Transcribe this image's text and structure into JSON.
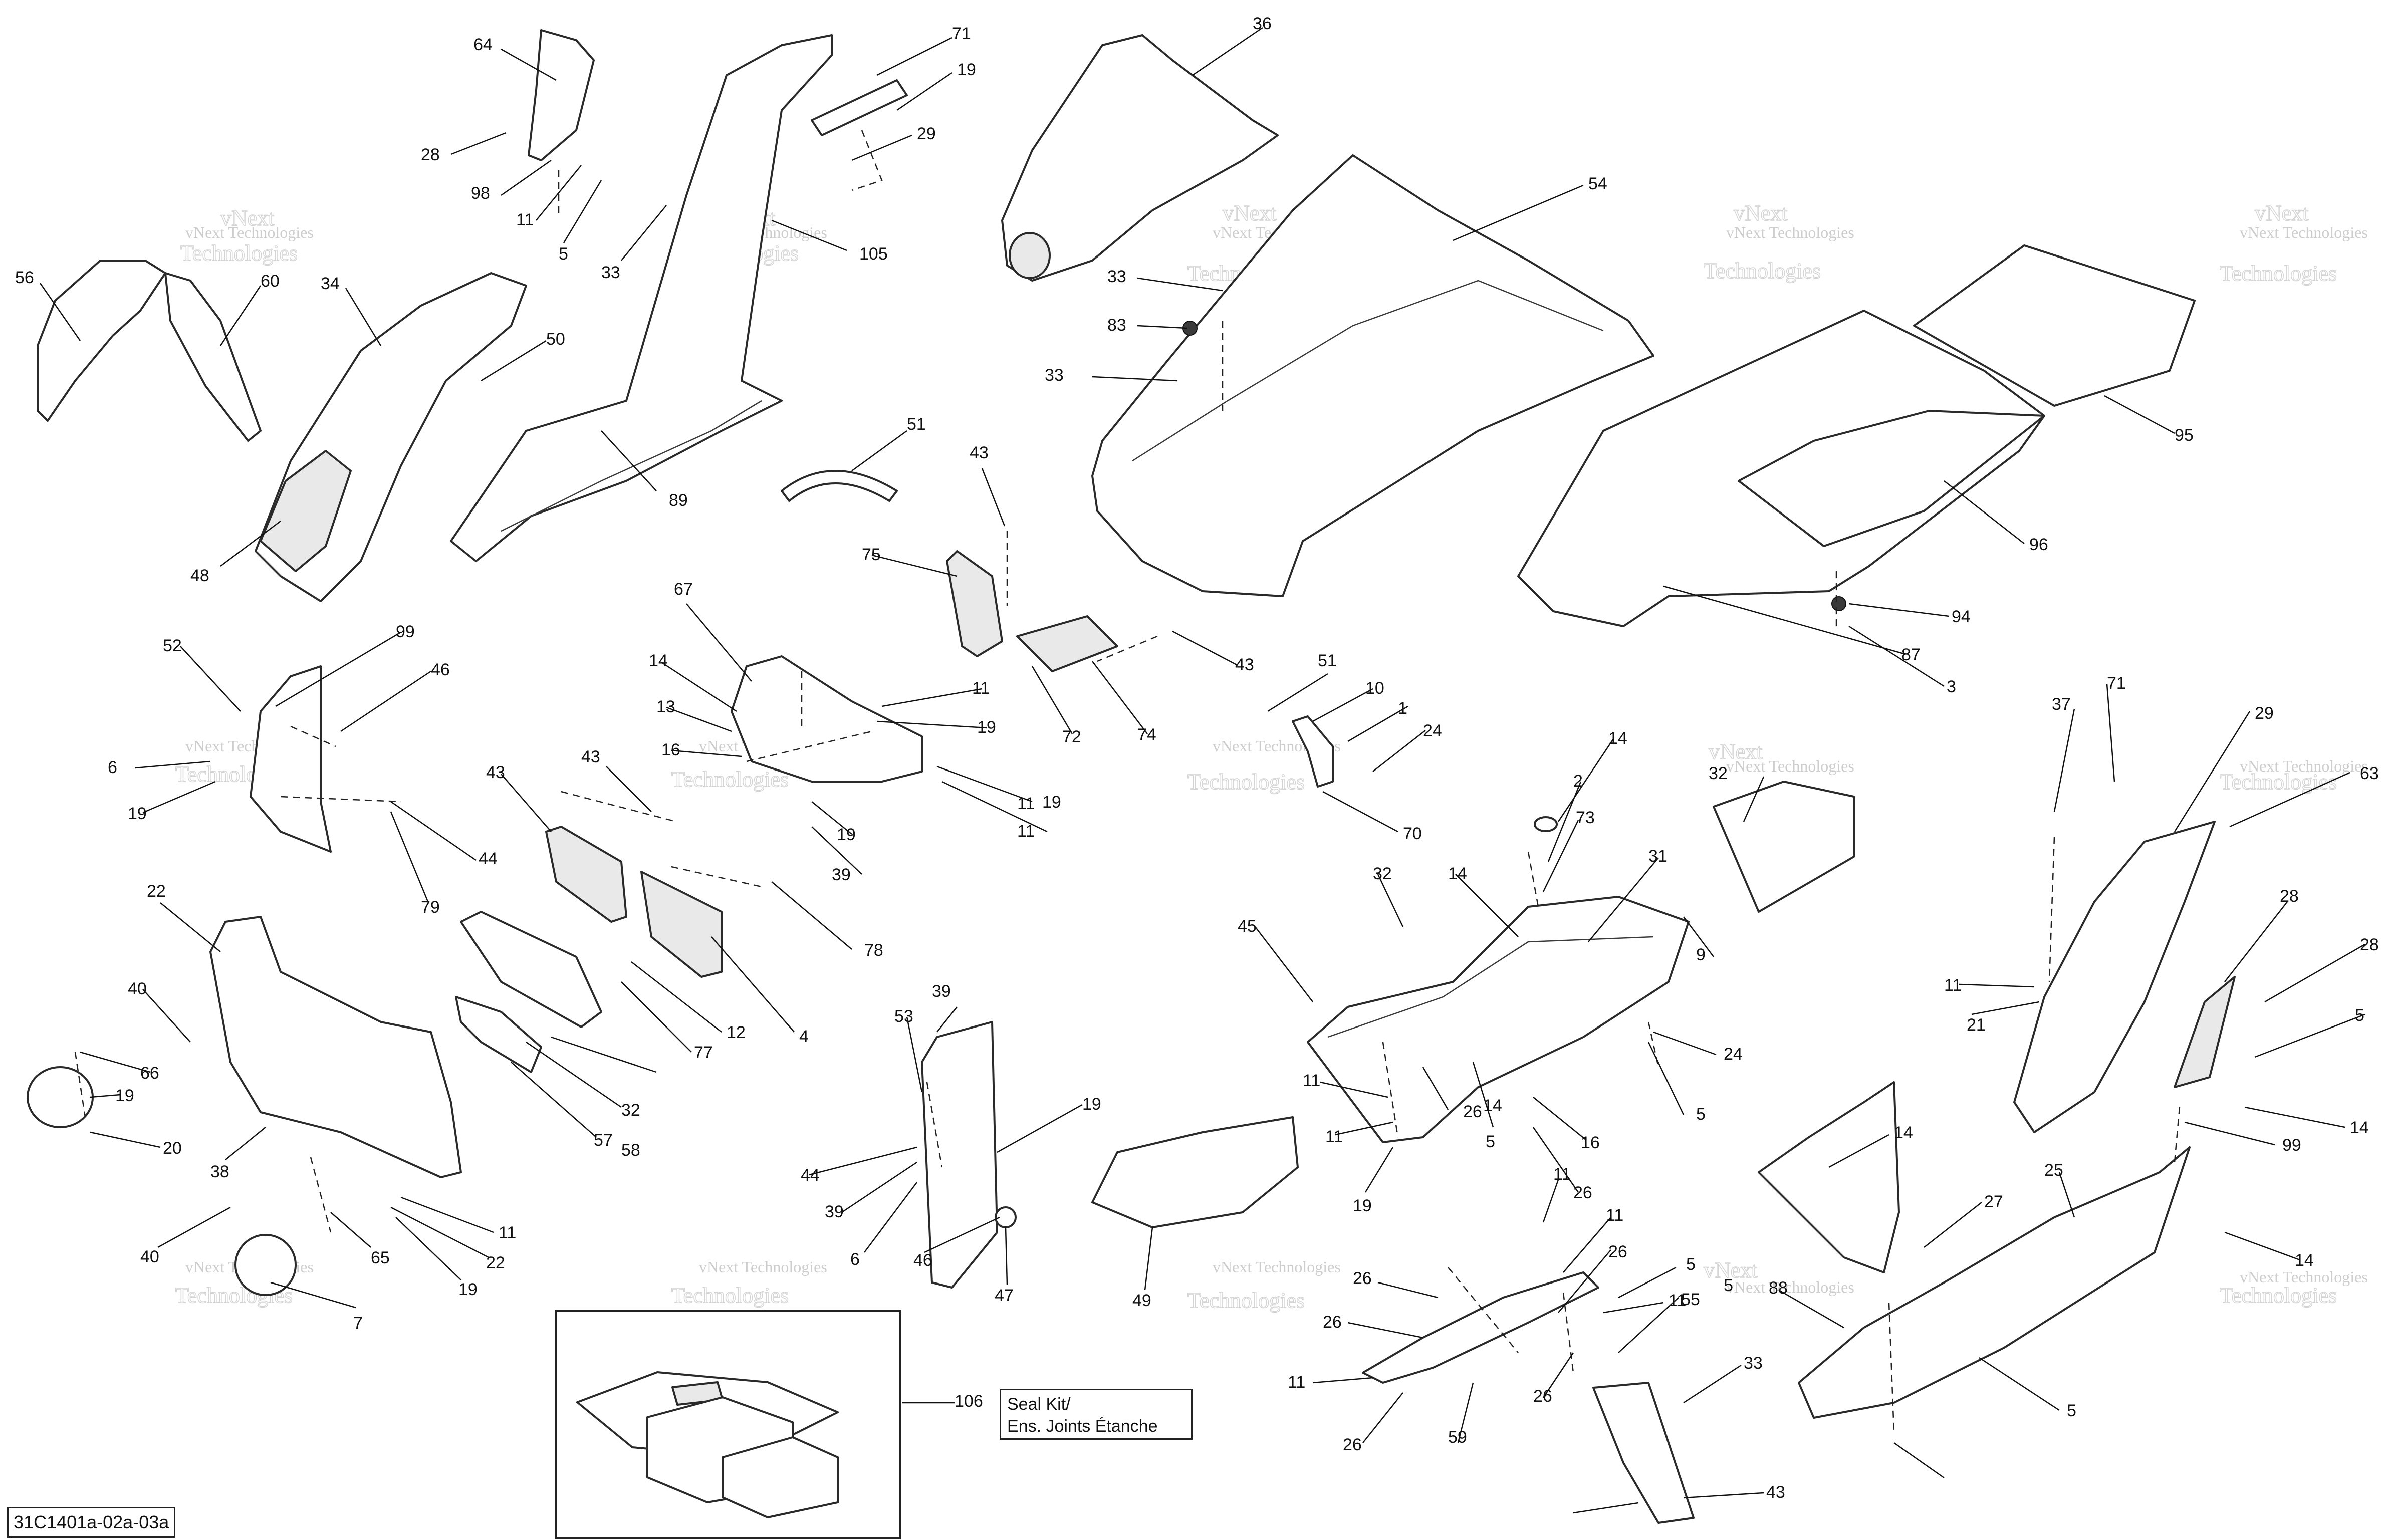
{
  "diagram": {
    "code": "31C1401a-02a-03a",
    "seal_kit": {
      "number": "106",
      "line1": "Seal Kit/",
      "line2": "Ens. Joints Étanche"
    },
    "watermark": {
      "line1": "vNext Technologies",
      "line2": "vNext",
      "line3": "Technologies"
    },
    "callouts": [
      "64",
      "71",
      "19",
      "28",
      "29",
      "98",
      "11",
      "5",
      "33",
      "105",
      "56",
      "60",
      "34",
      "50",
      "48",
      "89",
      "51",
      "36",
      "54",
      "33",
      "83",
      "33",
      "95",
      "96",
      "94",
      "3",
      "87",
      "43",
      "75",
      "43",
      "72",
      "74",
      "67",
      "14",
      "13",
      "16",
      "11",
      "19",
      "11",
      "19",
      "11",
      "19",
      "39",
      "52",
      "99",
      "46",
      "6",
      "19",
      "44",
      "79",
      "43",
      "43",
      "78",
      "4",
      "12",
      "77",
      "32",
      "58",
      "57",
      "22",
      "40",
      "66",
      "19",
      "20",
      "38",
      "11",
      "22",
      "19",
      "40",
      "65",
      "7",
      "51",
      "10",
      "1",
      "24",
      "70",
      "14",
      "2",
      "73",
      "32",
      "31",
      "14",
      "32",
      "45",
      "9",
      "24",
      "5",
      "11",
      "11",
      "26",
      "5",
      "14",
      "16",
      "26",
      "19",
      "71",
      "29",
      "37",
      "63",
      "28",
      "28",
      "5",
      "11",
      "21",
      "14",
      "99",
      "39",
      "53",
      "19",
      "44",
      "39",
      "6",
      "46",
      "47",
      "49",
      "14",
      "25",
      "27",
      "14",
      "88",
      "5",
      "11",
      "26",
      "5",
      "11",
      "5",
      "11",
      "55",
      "26",
      "26",
      "11",
      "26",
      "59",
      "26",
      "33",
      "43"
    ]
  }
}
